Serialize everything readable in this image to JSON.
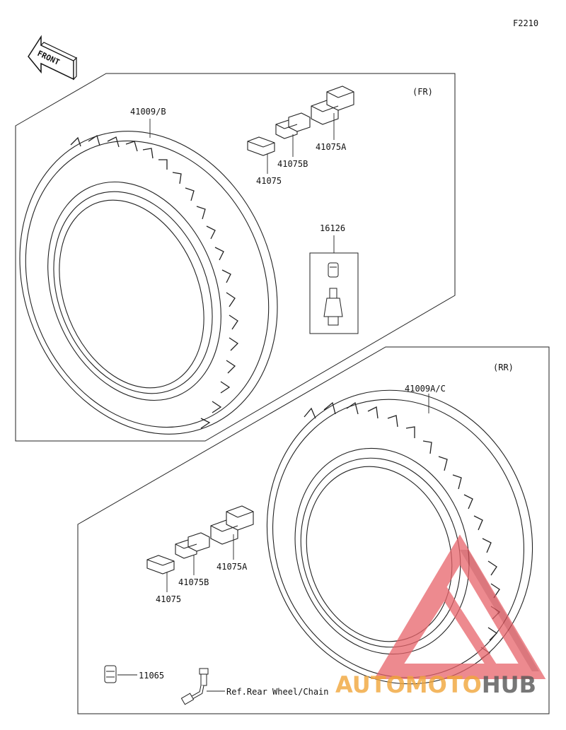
{
  "figure_code": "F2210",
  "front_arrow": {
    "label": "FRONT",
    "icon": "front-direction-arrow-icon"
  },
  "front_section": {
    "tag": "(FR)",
    "tire_part": "41009/B",
    "weights": [
      "41075",
      "41075B",
      "41075A"
    ],
    "valve_part": "16126"
  },
  "rear_section": {
    "tag": "(RR)",
    "tire_part": "41009A/C",
    "weights": [
      "41075",
      "41075B",
      "41075A"
    ],
    "valve_cap_part": "11065",
    "reference_note": "Ref.Rear Wheel/Chain"
  },
  "watermark": {
    "text_left": "AUTOMOTO",
    "text_right": "HUB",
    "color_primary": "#f0a53a",
    "color_secondary": "#555555",
    "triangle_color": "#e8646a"
  }
}
